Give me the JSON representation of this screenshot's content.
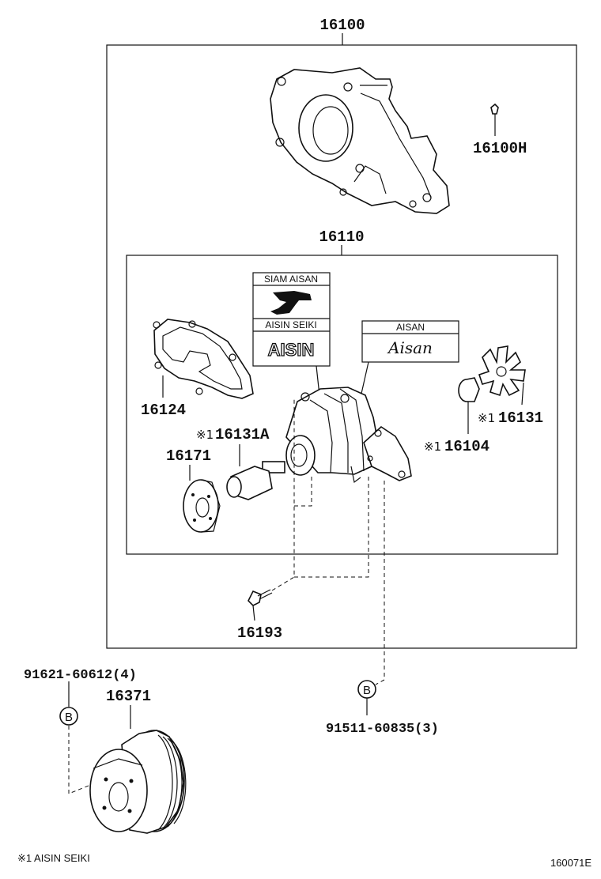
{
  "parts": {
    "p16100": "16100",
    "p16100H": "16100H",
    "p16110": "16110",
    "p16124": "16124",
    "p16131A": "16131A",
    "p16171": "16171",
    "p16131": "16131",
    "p16104": "16104",
    "p16193": "16193",
    "p91621": "91621-60612(4)",
    "p16371": "16371",
    "p91511": "91511-60835(3)"
  },
  "marks": {
    "m16131A": "※1",
    "m16131": "※1",
    "m16104": "※1",
    "bolt_b1": "B",
    "bolt_b2": "B"
  },
  "labels": {
    "siam_aisan": "SIAM AISAN",
    "aisin_seiki": "AISIN SEIKI",
    "aisin_logo": "AISIN",
    "aisan": "AISAN",
    "aisan_script": "Aisan"
  },
  "footer": {
    "note": "※1 AISIN SEIKI",
    "diagram_code": "160071E"
  }
}
